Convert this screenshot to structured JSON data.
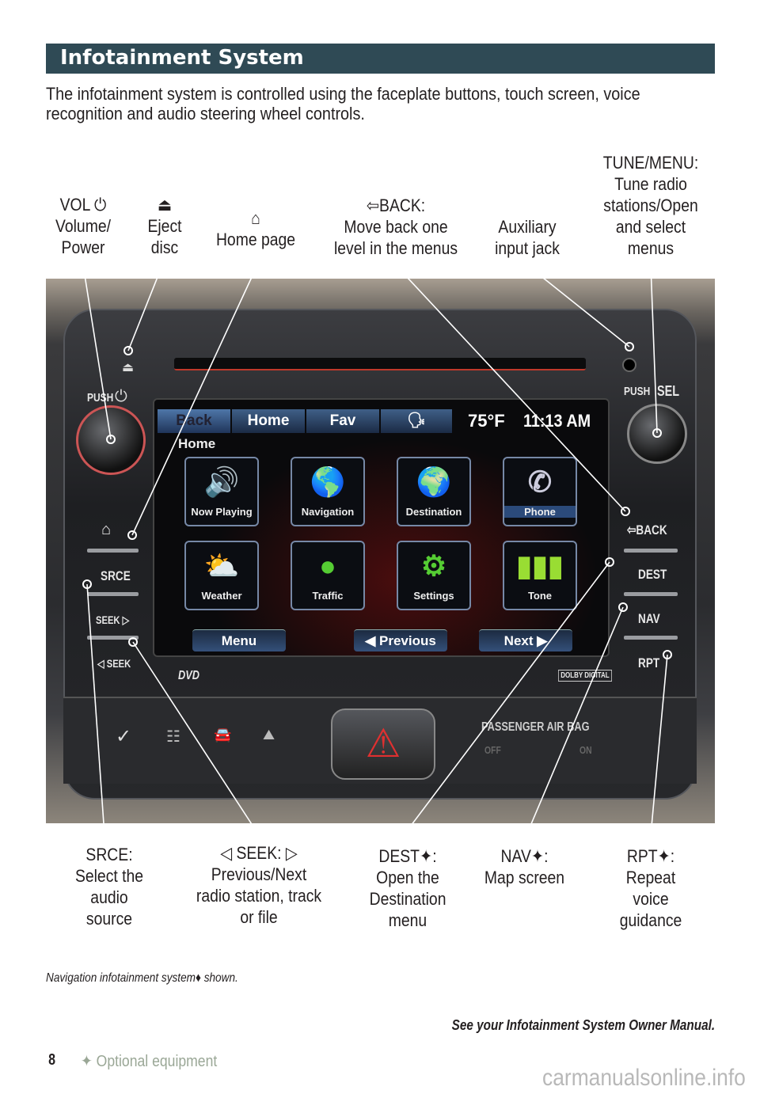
{
  "header": {
    "title": "Infotainment System"
  },
  "intro": "The infotainment system is controlled using the faceplate buttons, touch screen, voice recognition and audio steering wheel controls.",
  "callouts_top": [
    {
      "title": "VOL",
      "desc": "Volume/ Power"
    },
    {
      "title": "Eject",
      "desc": "disc"
    },
    {
      "title": "Home page"
    },
    {
      "title": "BACK:",
      "desc": "Move back one level in the menus"
    },
    {
      "title": "Auxiliary",
      "desc": "input jack"
    },
    {
      "title": "TUNE/MENU:",
      "desc": "Tune radio stations/Open and select menus"
    }
  ],
  "callouts_bottom": [
    {
      "title": "SRCE:",
      "desc": "Select the audio source"
    },
    {
      "title": "SEEK:",
      "desc": "Previous/Next radio station, track or file"
    },
    {
      "title": "DEST✦:",
      "desc": "Open the Destination menu"
    },
    {
      "title": "NAV✦:",
      "desc": "Map screen"
    },
    {
      "title": "RPT✦:",
      "desc": "Repeat voice guidance"
    }
  ],
  "faceplate": {
    "left_buttons": [
      "PUSH",
      "SRCE",
      "SEEK ▷",
      "◁ SEEK"
    ],
    "right_buttons": [
      "PUSH",
      "SEL",
      "⇦BACK",
      "DEST",
      "NAV",
      "RPT"
    ],
    "dvd": "DVD",
    "dolby": "DOLBY DIGITAL",
    "airbag": "PASSENGER AIR BAG",
    "airbag_off": "OFF",
    "airbag_on": "ON"
  },
  "screen": {
    "tabs": [
      "Back",
      "Home",
      "Fav"
    ],
    "temperature": "75°F",
    "time": "11:13 AM",
    "page_title": "Home",
    "tiles": [
      "Now Playing",
      "Navigation",
      "Destination",
      "Phone",
      "Weather",
      "Traffic",
      "Settings",
      "Tone"
    ],
    "bottom": [
      "Menu",
      "◀ Previous",
      "Next ▶"
    ]
  },
  "caption": "Navigation infotainment system♦ shown.",
  "see_manual": "See your Infotainment System Owner Manual.",
  "footer": {
    "page_number": "8",
    "optional": "✦ Optional equipment",
    "watermark": "carmanualsonline.info"
  },
  "colors": {
    "header_bg": "#2f4a55",
    "optional_text": "#9aa796"
  }
}
